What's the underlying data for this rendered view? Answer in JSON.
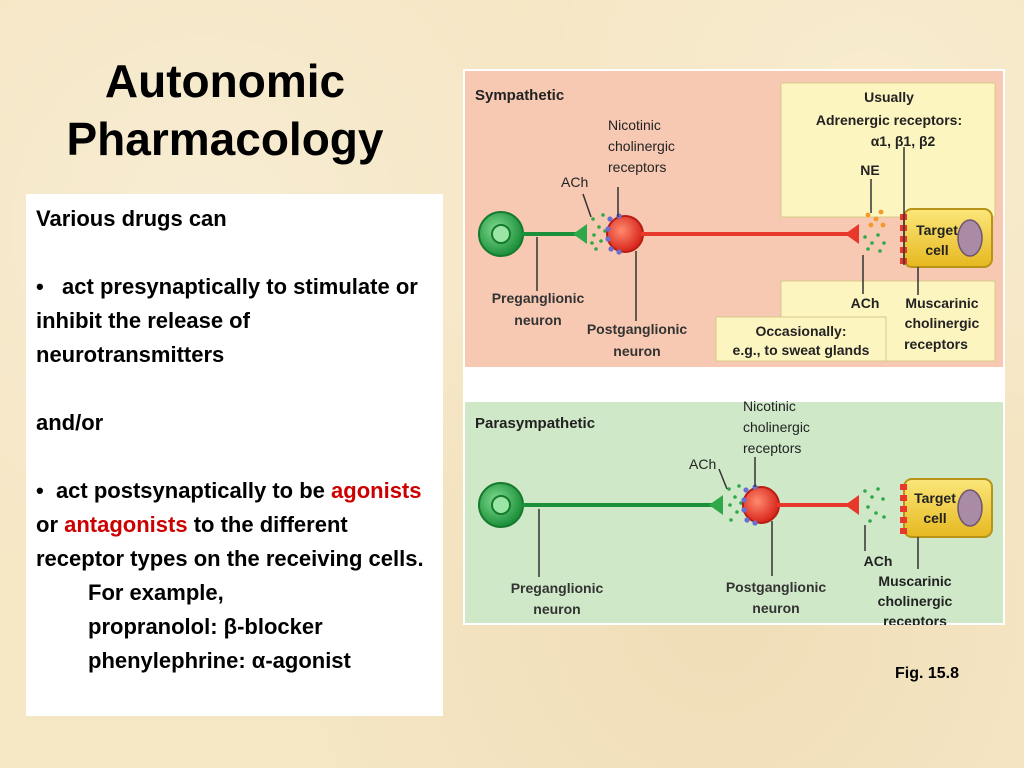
{
  "slide": {
    "title_line1": "Autonomic",
    "title_line2": "Pharmacology",
    "figure_caption": "Fig. 15.8"
  },
  "text": {
    "intro": "Various drugs can",
    "bullet1_marker": "•",
    "bullet1": "act presynaptically to stimulate or inhibit the release of neurotransmitters",
    "andor": "and/or",
    "bullet2_marker": "•",
    "bullet2_pre": "act postsynaptically to be",
    "agonists": "agonists",
    "or": "or",
    "antagonists": "antagonists",
    "to": "to",
    "bullet2_post": "the different receptor types on the receiving cells.",
    "example_intro": "For example,",
    "example1": "propranolol: β-blocker",
    "example2": "phenylephrine: α-agonist"
  },
  "diagram": {
    "sympathetic": {
      "panel_label": "Sympathetic",
      "nicotinic_1": "Nicotinic",
      "nicotinic_2": "cholinergic",
      "nicotinic_3": "receptors",
      "ach_pre": "ACh",
      "usually": "Usually",
      "adrenergic": "Adrenergic receptors:",
      "adrenergic_types": "α1, β1, β2",
      "ne": "NE",
      "target_1": "Target",
      "target_2": "cell",
      "preganglionic_1": "Preganglionic",
      "preganglionic_2": "neuron",
      "postganglionic_1": "Postganglionic",
      "postganglionic_2": "neuron",
      "occasionally_1": "Occasionally:",
      "occasionally_2": "e.g., to sweat glands",
      "ach_post": "ACh",
      "muscarinic_1": "Muscarinic",
      "muscarinic_2": "cholinergic",
      "muscarinic_3": "receptors"
    },
    "parasympathetic": {
      "panel_label": "Parasympathetic",
      "nicotinic_1": "Nicotinic",
      "nicotinic_2": "cholinergic",
      "nicotinic_3": "receptors",
      "ach_pre": "ACh",
      "target_1": "Target",
      "target_2": "cell",
      "preganglionic_1": "Preganglionic",
      "preganglionic_2": "neuron",
      "postganglionic_1": "Postganglionic",
      "postganglionic_2": "neuron",
      "ach_post": "ACh",
      "muscarinic_1": "Muscarinic",
      "muscarinic_2": "cholinergic",
      "muscarinic_3": "receptors"
    },
    "colors": {
      "sympathetic_bg": "#f7c9b3",
      "parasympathetic_bg": "#cfe8c8",
      "label_box": "#fdf5c0",
      "preganglionic_neuron": "#2fa84a",
      "postganglionic_neuron": "#e8382c",
      "target_cell": "#f4d13a",
      "nucleus": "#a98ba6"
    }
  }
}
